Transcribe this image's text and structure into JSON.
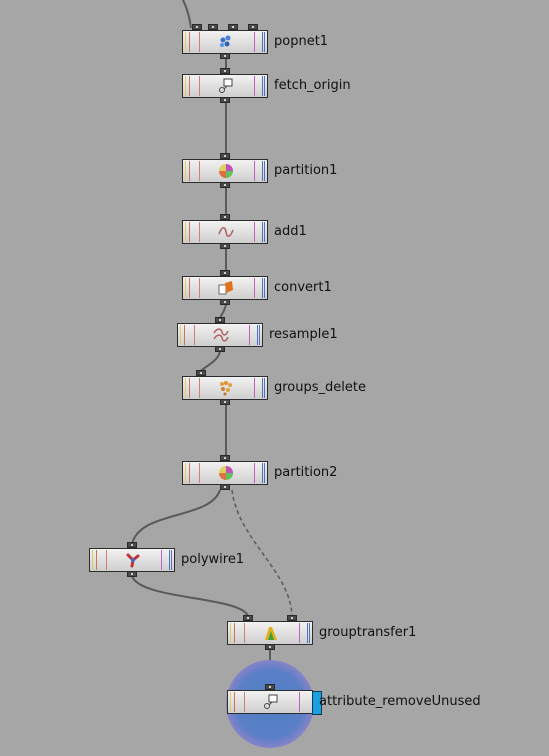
{
  "nodes": [
    {
      "id": "popnet1",
      "label": "popnet1",
      "icon": "popnet-icon",
      "color": "#3a70c8"
    },
    {
      "id": "fetch_origin",
      "label": "fetch_origin",
      "icon": "fetch-icon",
      "color": "#555555"
    },
    {
      "id": "partition1",
      "label": "partition1",
      "icon": "partition-icon",
      "color": "#c050c0"
    },
    {
      "id": "add1",
      "label": "add1",
      "icon": "add-icon",
      "color": "#b06060"
    },
    {
      "id": "convert1",
      "label": "convert1",
      "icon": "convert-icon",
      "color": "#e07020"
    },
    {
      "id": "resample1",
      "label": "resample1",
      "icon": "resample-icon",
      "color": "#b06060"
    },
    {
      "id": "groups_delete",
      "label": "groups_delete",
      "icon": "groups-delete-icon",
      "color": "#e0a040"
    },
    {
      "id": "partition2",
      "label": "partition2",
      "icon": "partition-icon",
      "color": "#c050c0"
    },
    {
      "id": "polywire1",
      "label": "polywire1",
      "icon": "polywire-icon",
      "color": "#c03030"
    },
    {
      "id": "grouptransfer1",
      "label": "grouptransfer1",
      "icon": "grouptransfer-icon",
      "color": "#e0b020"
    },
    {
      "id": "attribute_removeUnused",
      "label": "attribute_removeUnused",
      "icon": "attribute-remove-icon",
      "color": "#555555",
      "display": true
    }
  ],
  "colors": {
    "background": "#a6a6a6",
    "wire": "#5a5a5a",
    "display_flag": "#1aa0e0"
  }
}
